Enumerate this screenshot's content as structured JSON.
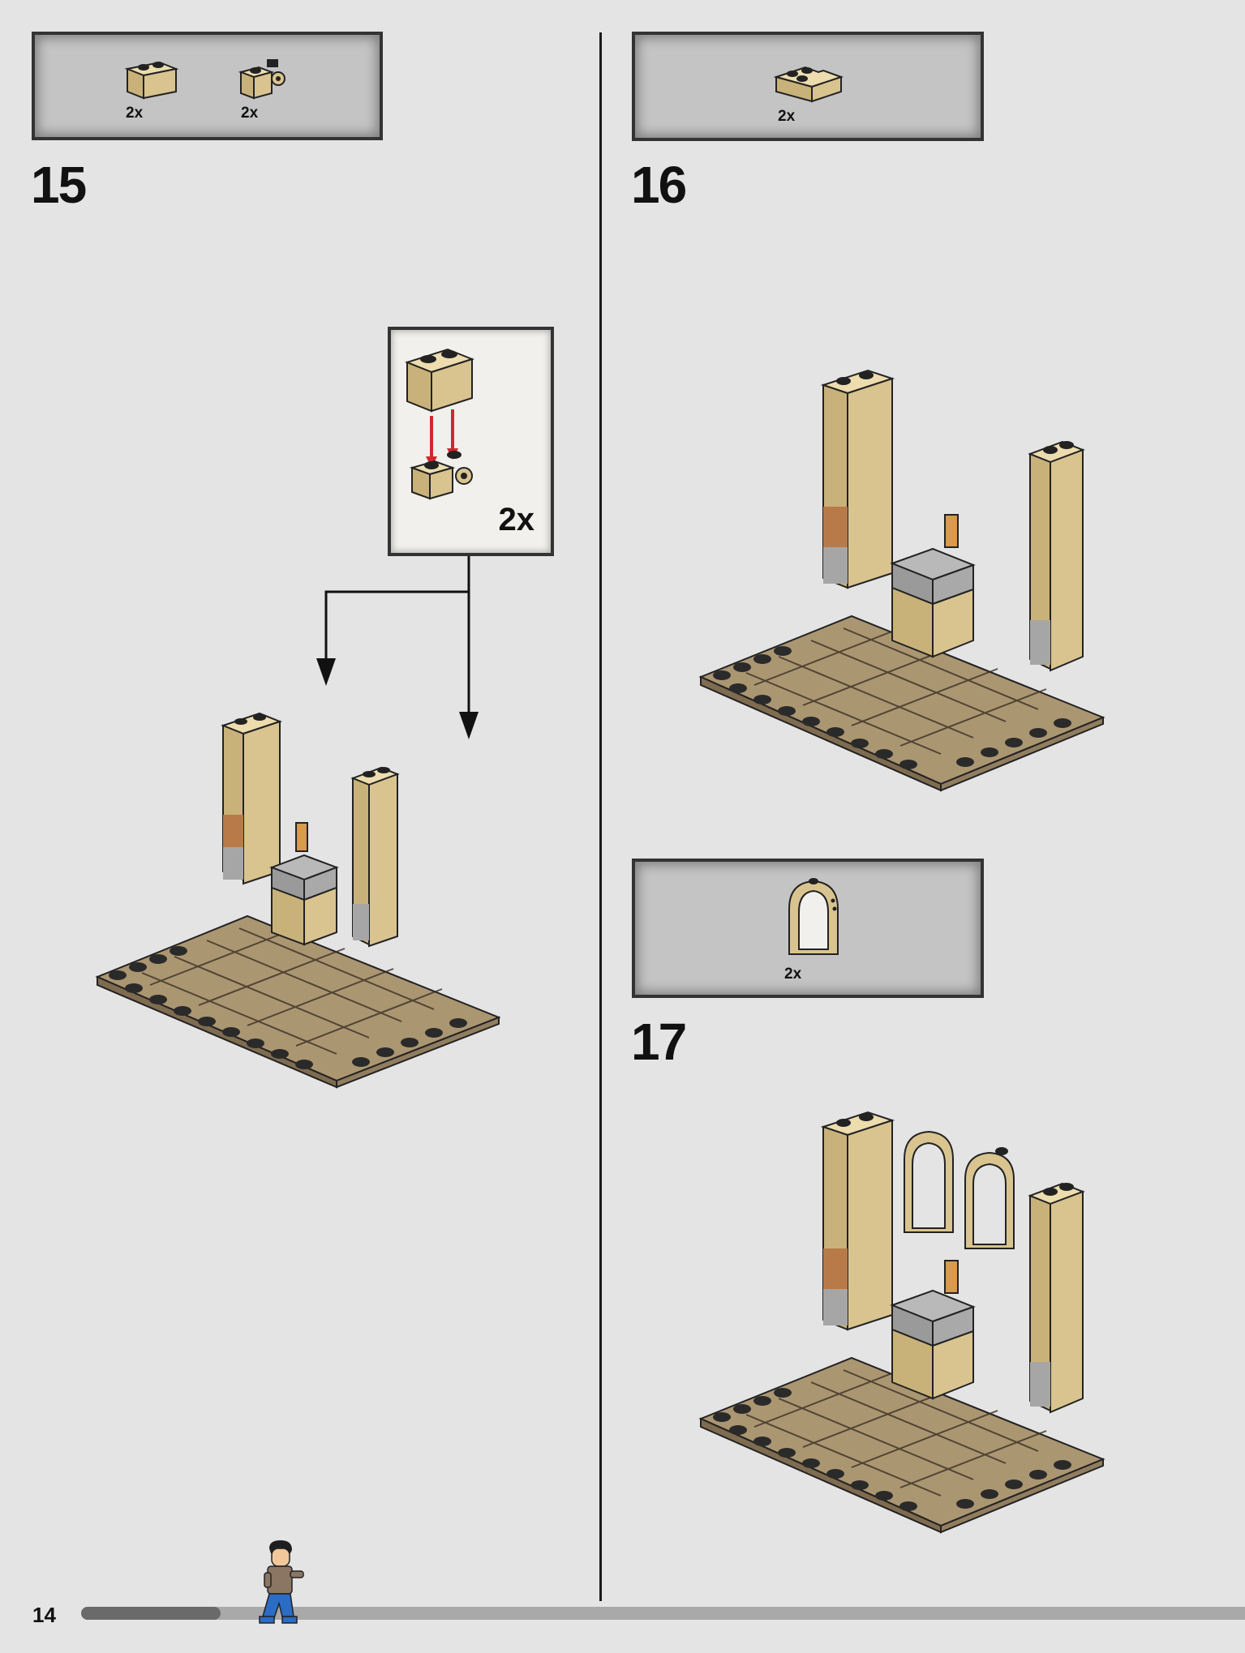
{
  "page": {
    "number": "14",
    "progress_fraction": 0.12
  },
  "steps": [
    {
      "number": "15",
      "parts": [
        {
          "qty": "2x",
          "part": "tan-brick-1x2"
        },
        {
          "qty": "2x",
          "part": "tan-brick-1x1-with-clip"
        }
      ]
    },
    {
      "number": "16",
      "parts": [
        {
          "qty": "2x",
          "part": "tan-corner-plate"
        }
      ]
    },
    {
      "number": "17",
      "parts": [
        {
          "qty": "2x",
          "part": "tan-window-frame-arch"
        }
      ]
    }
  ],
  "subassembly": {
    "qty": "2x"
  },
  "colors": {
    "tan": "#d9c490",
    "dark_tan": "#8e7a5c",
    "gray": "#a3a3a3",
    "orange": "#d89a4c",
    "red_arrow": "#d3272c"
  }
}
